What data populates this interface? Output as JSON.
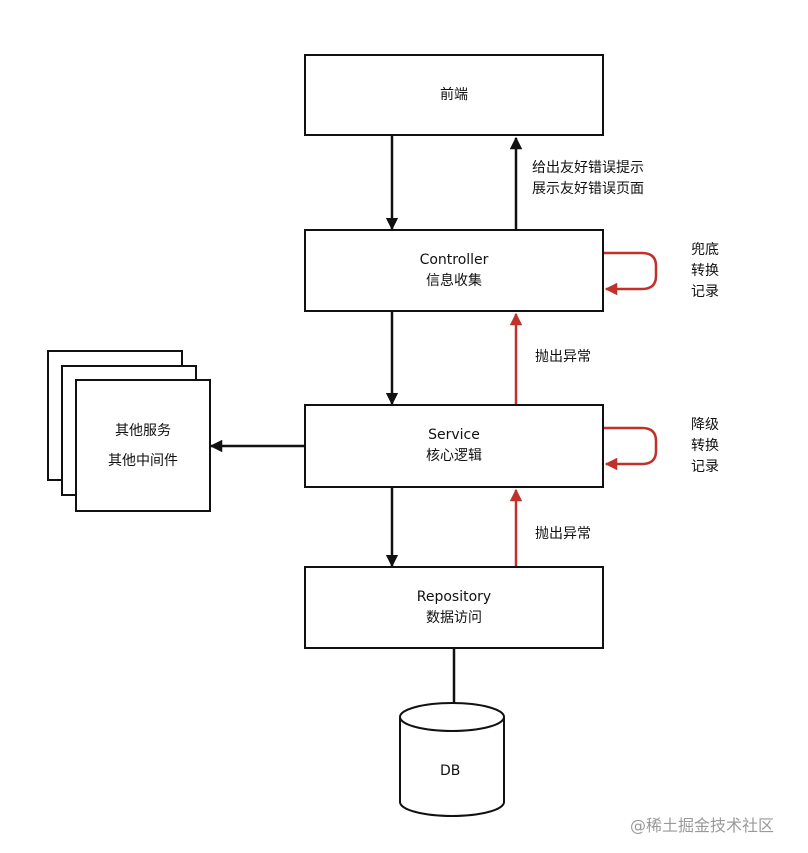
{
  "frontend": {
    "label": "前端"
  },
  "controller": {
    "title": "Controller",
    "subtitle": "信息收集"
  },
  "service": {
    "title": "Service",
    "subtitle": "核心逻辑"
  },
  "repository": {
    "title": "Repository",
    "subtitle": "数据访问"
  },
  "database": {
    "label": "DB"
  },
  "other_services": {
    "line1": "其他服务",
    "line2": "其他中间件"
  },
  "annotations": {
    "friendly_error_line1": "给出友好错误提示",
    "friendly_error_line2": "展示友好错误页面",
    "controller_loop": [
      "兜底",
      "转换",
      "记录"
    ],
    "service_loop": [
      "降级",
      "转换",
      "记录"
    ],
    "throw_exception_upper": "抛出异常",
    "throw_exception_lower": "抛出异常"
  },
  "watermark": "@稀土掘金技术社区",
  "colors": {
    "arrow": "#111111",
    "exception_arrow": "#c0312b",
    "box_border": "#111111",
    "watermark": "#9a9a9a"
  }
}
